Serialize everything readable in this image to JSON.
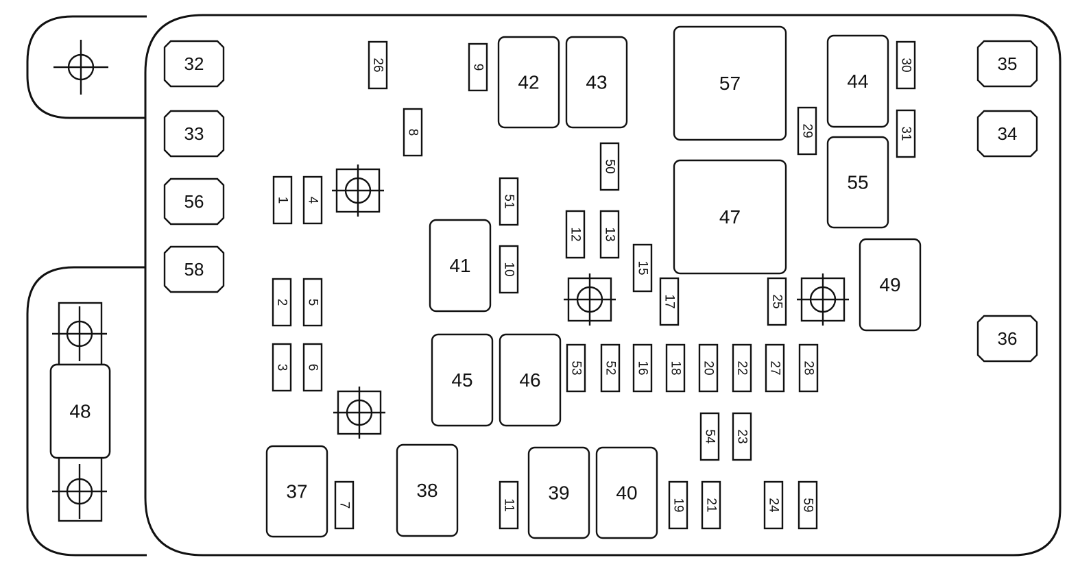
{
  "diagram": {
    "relays": [
      "32",
      "33",
      "56",
      "58",
      "35",
      "34",
      "36",
      "41",
      "42",
      "43",
      "44",
      "45",
      "46",
      "47",
      "49",
      "55",
      "57",
      "37",
      "38",
      "39",
      "40",
      "48"
    ],
    "fuses": [
      "1",
      "2",
      "3",
      "4",
      "5",
      "6",
      "7",
      "8",
      "9",
      "10",
      "11",
      "12",
      "13",
      "15",
      "16",
      "17",
      "18",
      "19",
      "20",
      "21",
      "22",
      "23",
      "24",
      "25",
      "26",
      "27",
      "28",
      "29",
      "30",
      "31",
      "50",
      "51",
      "52",
      "53",
      "54",
      "59"
    ]
  }
}
